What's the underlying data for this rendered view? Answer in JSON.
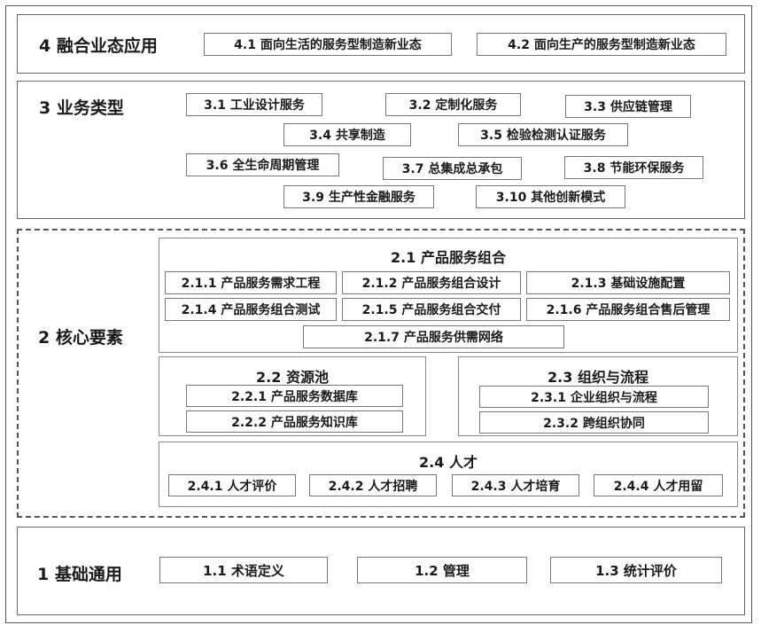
{
  "layer4": {
    "title": "4 融合业态应用",
    "items": [
      "4.1 面向生活的服务型制造新业态",
      "4.2 面向生产的服务型制造新业态"
    ]
  },
  "layer3": {
    "title": "3 业务类型",
    "items": [
      "3.1 工业设计服务",
      "3.2 定制化服务",
      "3.3 供应链管理",
      "3.4 共享制造",
      "3.5 检验检测认证服务",
      "3.6 全生命周期管理",
      "3.7 总集成总承包",
      "3.8 节能环保服务",
      "3.9 生产性金融服务",
      "3.10 其他创新模式"
    ]
  },
  "layer2": {
    "title": "2 核心要素",
    "g21": {
      "title": "2.1 产品服务组合",
      "items": [
        "2.1.1 产品服务需求工程",
        "2.1.2 产品服务组合设计",
        "2.1.3 基础设施配置",
        "2.1.4 产品服务组合测试",
        "2.1.5 产品服务组合交付",
        "2.1.6 产品服务组合售后管理",
        "2.1.7 产品服务供需网络"
      ]
    },
    "g22": {
      "title": "2.2 资源池",
      "items": [
        "2.2.1 产品服务数据库",
        "2.2.2 产品服务知识库"
      ]
    },
    "g23": {
      "title": "2.3 组织与流程",
      "items": [
        "2.3.1 企业组织与流程",
        "2.3.2 跨组织协同"
      ]
    },
    "g24": {
      "title": "2.4 人才",
      "items": [
        "2.4.1 人才评价",
        "2.4.2 人才招聘",
        "2.4.3 人才培育",
        "2.4.4 人才用留"
      ]
    }
  },
  "layer1": {
    "title": "1 基础通用",
    "items": [
      "1.1 术语定义",
      "1.2 管理",
      "1.3 统计评价"
    ]
  }
}
